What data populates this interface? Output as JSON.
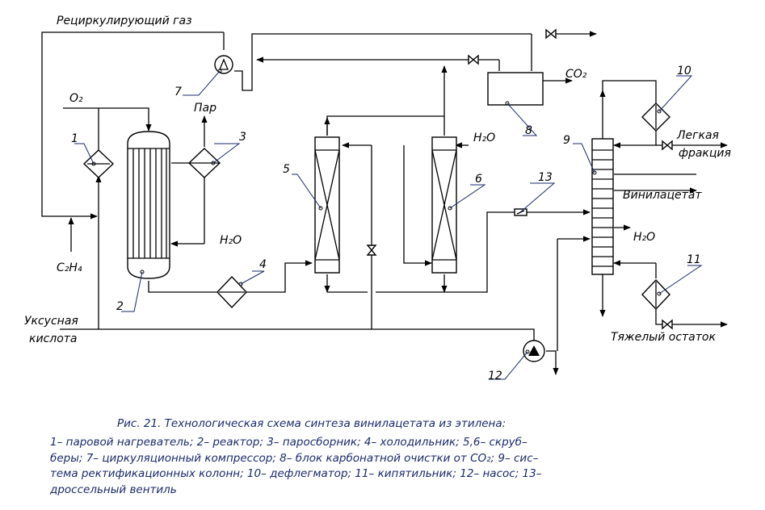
{
  "labels": {
    "recycle_gas": "Рециркулирующий газ",
    "o2": "O₂",
    "steam": "Пар",
    "h2o_reactor": "H₂O",
    "c2h4": "C₂H₄",
    "acetic_acid_1": "Уксусная",
    "acetic_acid_2": "кислота",
    "h2o_scrubber": "H₂O",
    "co2": "CO₂",
    "light_fraction_1": "Легкая",
    "light_fraction_2": "фракция",
    "vinyl_acetate": "Винилацетат",
    "h2o_column": "H₂O",
    "heavy_residue": "Тяжелый остаток"
  },
  "numbers": {
    "n1": "1",
    "n2": "2",
    "n3": "3",
    "n4": "4",
    "n5": "5",
    "n6": "6",
    "n7": "7",
    "n8": "8",
    "n9": "9",
    "n10": "10",
    "n11": "11",
    "n12": "12",
    "n13": "13"
  },
  "caption": {
    "line1": "Рис. 21.  Технологическая схема синтеза винилацетата из этилена:",
    "line2": "1– паровой нагреватель; 2– реактор; 3– паросборник; 4– холодильник; 5,6– скруб–",
    "line3": "беры; 7– циркуляционный компрессор; 8– блок карбонатной очистки от CO₂; 9– сис–",
    "line4": "тема ректификационных колонн; 10– дефлегматор; 11– кипятильник; 12– насос; 13–",
    "line5": "дроссельный вентиль"
  }
}
